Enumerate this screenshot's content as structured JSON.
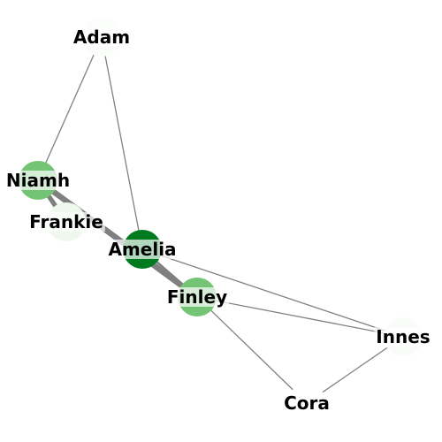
{
  "graph": {
    "nodes": [
      {
        "id": "adam",
        "label": "Adam",
        "fill": "#fbfdfb"
      },
      {
        "id": "niamh",
        "label": "Niamh",
        "fill": "#74c476"
      },
      {
        "id": "frankie",
        "label": "Frankie",
        "fill": "#eef8ec"
      },
      {
        "id": "amelia",
        "label": "Amelia",
        "fill": "#007a1f"
      },
      {
        "id": "finley",
        "label": "Finley",
        "fill": "#74c476"
      },
      {
        "id": "innes",
        "label": "Innes",
        "fill": "#f9fcf8"
      },
      {
        "id": "cora",
        "label": "Cora",
        "fill": "#ffffff"
      }
    ],
    "edges": [
      {
        "source": "adam",
        "target": "niamh",
        "weight": 1
      },
      {
        "source": "adam",
        "target": "amelia",
        "weight": 1
      },
      {
        "source": "niamh",
        "target": "frankie",
        "weight": 4
      },
      {
        "source": "niamh",
        "target": "finley",
        "weight": 5
      },
      {
        "source": "amelia",
        "target": "finley",
        "weight": 2
      },
      {
        "source": "amelia",
        "target": "innes",
        "weight": 1
      },
      {
        "source": "finley",
        "target": "innes",
        "weight": 1
      },
      {
        "source": "finley",
        "target": "cora",
        "weight": 1
      },
      {
        "source": "cora",
        "target": "innes",
        "weight": 1
      }
    ],
    "edge_color": "#808080",
    "label_box_color": "#ffffff"
  }
}
